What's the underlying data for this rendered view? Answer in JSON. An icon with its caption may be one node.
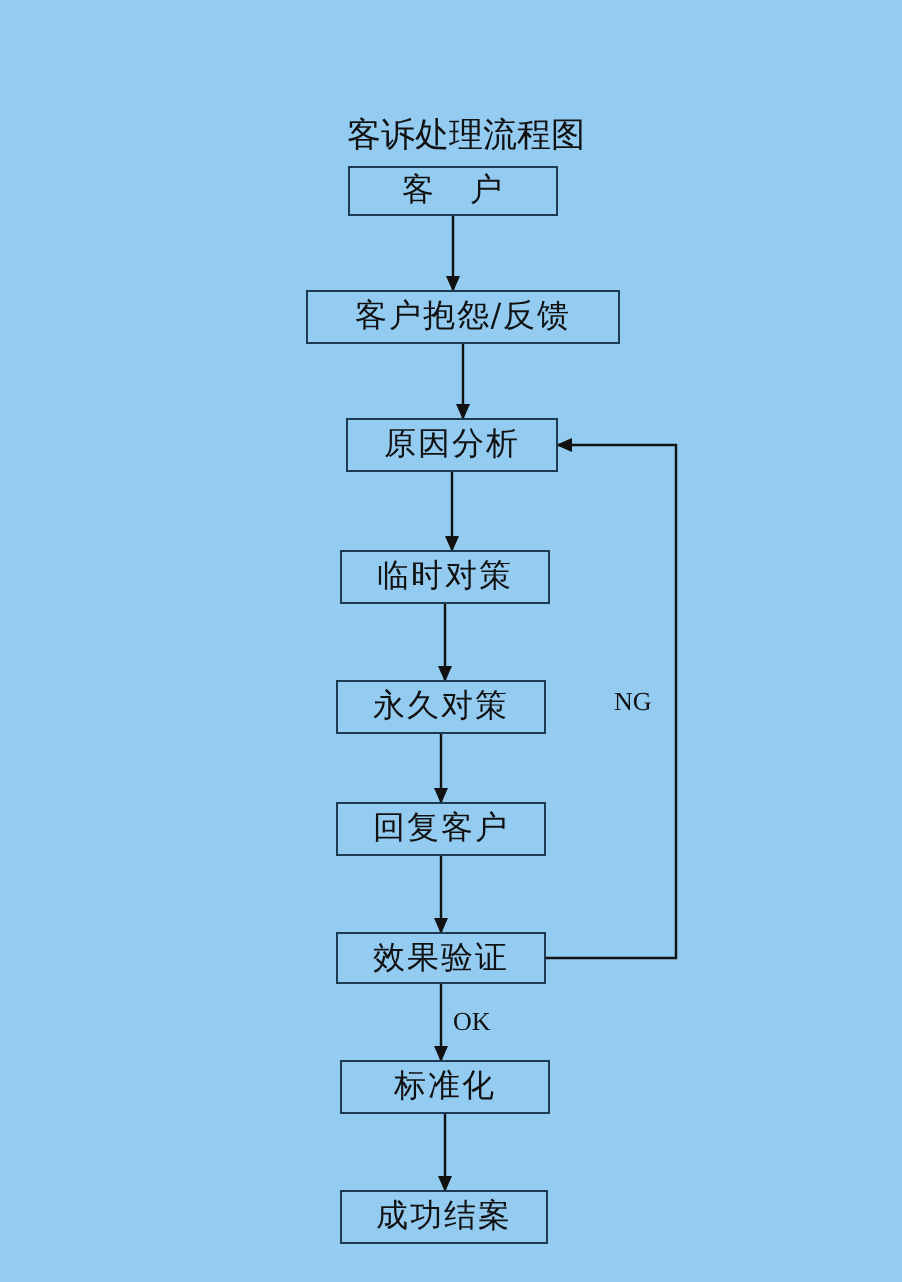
{
  "diagram": {
    "title": "客诉处理流程图",
    "nodes": [
      {
        "text": [
          "客　户"
        ]
      },
      {
        "text": [
          "客户抱怨/反馈"
        ]
      },
      {
        "text": [
          "原因分析"
        ]
      },
      {
        "text": [
          "临时对策"
        ]
      },
      {
        "text": [
          "永久对策"
        ]
      },
      {
        "text": [
          "回复客户"
        ]
      },
      {
        "text": [
          "效果验证"
        ]
      },
      {
        "text": [
          "标准化"
        ]
      },
      {
        "text": [
          "成功结案"
        ]
      }
    ],
    "edges": [
      {
        "from": 0,
        "to": 1,
        "arrow": "to"
      },
      {
        "from": 1,
        "to": 2,
        "arrow": "to"
      },
      {
        "from": 2,
        "to": 3,
        "arrow": "to"
      },
      {
        "from": 3,
        "to": 4,
        "arrow": "to"
      },
      {
        "from": 4,
        "to": 5,
        "arrow": "to"
      },
      {
        "from": 5,
        "to": 6,
        "arrow": "to"
      },
      {
        "from": 6,
        "to": 7,
        "arrow": "to",
        "label": "OK"
      },
      {
        "from": 7,
        "to": 8,
        "arrow": "to"
      },
      {
        "from": 6,
        "to": 2,
        "arrow": "to",
        "label": "NG"
      }
    ]
  }
}
